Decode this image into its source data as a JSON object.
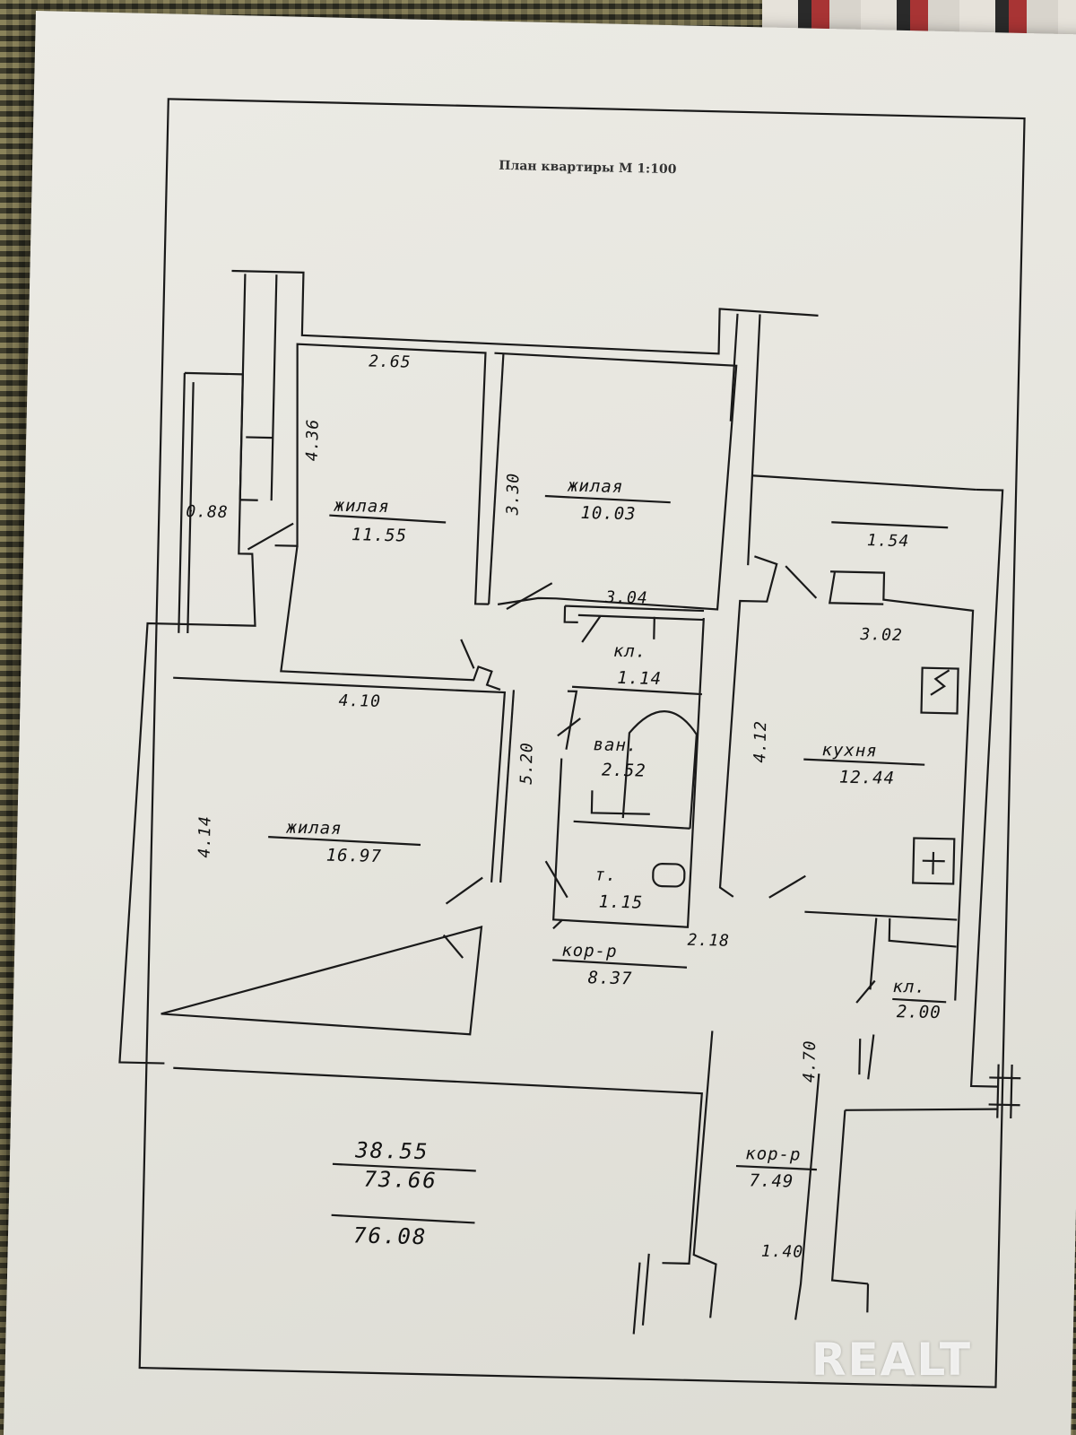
{
  "document": {
    "title": "План квартиры М 1:100"
  },
  "rooms": {
    "living1": {
      "name": "жилая",
      "area": "11.55"
    },
    "living2": {
      "name": "жилая",
      "area": "10.03"
    },
    "living3": {
      "name": "жилая",
      "area": "16.97"
    },
    "kitchen": {
      "name": "кухня",
      "area": "12.44"
    },
    "closet1": {
      "name": "кл.",
      "area": "1.14"
    },
    "bath": {
      "name": "ван.",
      "area": "2.52"
    },
    "toilet": {
      "name": "т.",
      "area": "1.15"
    },
    "corridor1": {
      "name": "кор-р",
      "area": "8.37"
    },
    "corridor2": {
      "name": "кор-р",
      "area": "7.49"
    },
    "closet2": {
      "name": "кл.",
      "area": "2.00"
    }
  },
  "dimensions": {
    "d265": "2.65",
    "d436": "4.36",
    "d088": "0.88",
    "d330": "3.30",
    "d154": "1.54",
    "d304": "3.04",
    "d302": "3.02",
    "d410": "4.10",
    "d520": "5.20",
    "d412": "4.12",
    "d414": "4.14",
    "d218": "2.18",
    "d470": "4.70",
    "d140": "1.40"
  },
  "totals": {
    "living_area": "38.55",
    "total_area": "73.66",
    "gross_area": "76.08"
  },
  "watermark": {
    "text": "REALT"
  }
}
